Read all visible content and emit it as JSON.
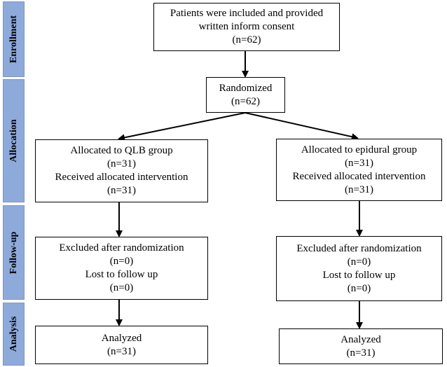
{
  "phases": {
    "enrollment": "Enrollment",
    "allocation": "Allocation",
    "follow_up": "Follow-up",
    "analysis": "Analysis"
  },
  "boxes": {
    "enrollment": [
      "Patients were included and provided",
      "written inform consent",
      "(n=62)"
    ],
    "randomized": [
      "Randomized",
      "(n=62)"
    ],
    "alloc_qlb": [
      "Allocated to QLB group",
      "(n=31)",
      "Received allocated intervention",
      "(n=31)"
    ],
    "alloc_epidural": [
      "Allocated to epidural group",
      "(n=31)",
      "Received allocated intervention",
      "(n=31)"
    ],
    "followup_qlb": [
      "Excluded after randomization",
      "(n=0)",
      "Lost to follow up",
      "(n=0)"
    ],
    "followup_epidural": [
      "Excluded after randomization",
      "(n=0)",
      "Lost to follow up",
      "(n=0)"
    ],
    "analysis_qlb": [
      "Analyzed",
      "(n=31)"
    ],
    "analysis_epidural": [
      "Analyzed",
      "(n=31)"
    ]
  }
}
